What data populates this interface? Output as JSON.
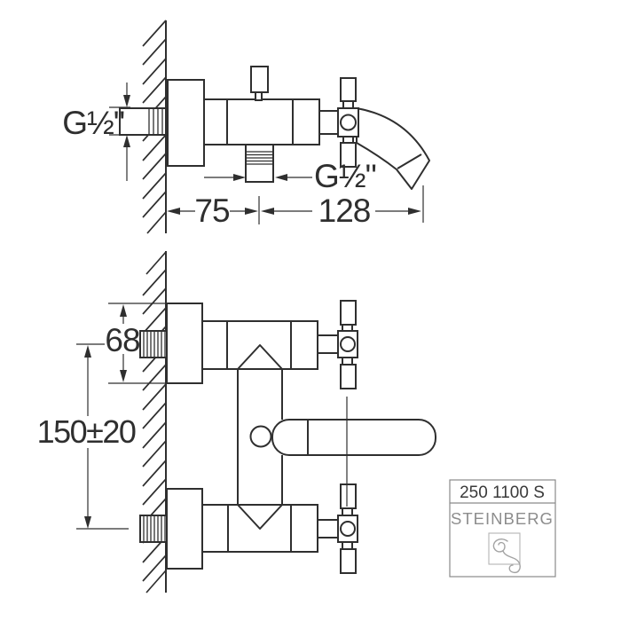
{
  "labels": {
    "side_view": {
      "wall_connection_thread": "G½\"",
      "outlet_thread": "G½\"",
      "wall_to_outlet": "75",
      "outlet_to_spout": "128"
    },
    "front_view": {
      "escutcheon_height": "68",
      "connection_spacing": "150±20"
    },
    "title_block": {
      "model": "250 1100 S",
      "brand": "STEINBERG",
      "logo_icon": "steinberg-swirl-logo"
    },
    "colors": {
      "line": "#2f2f2f",
      "muted_text": "#8d8d8d",
      "background": "#ffffff"
    }
  }
}
